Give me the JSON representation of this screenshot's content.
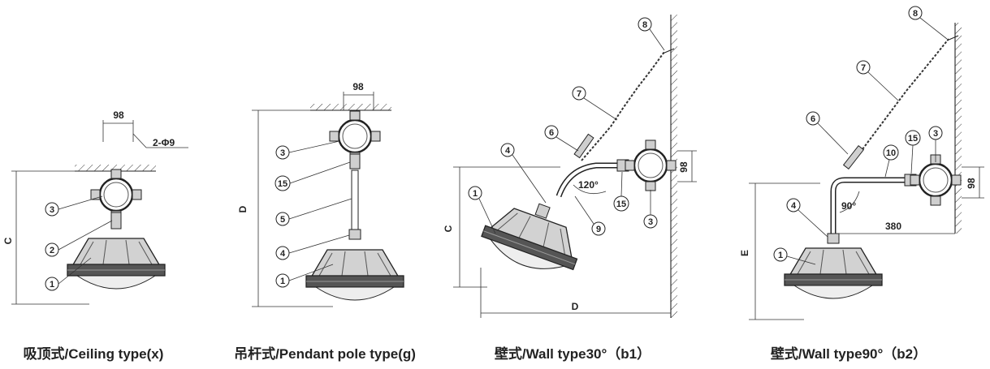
{
  "diagrams": [
    {
      "caption": "吸顶式/Ceiling type(x)",
      "dims": {
        "spacing": "98",
        "holes": "2-Φ9",
        "height": "C"
      },
      "callouts": [
        "3",
        "2",
        "1"
      ]
    },
    {
      "caption": "吊杆式/Pendant pole type(g)",
      "dims": {
        "spacing": "98",
        "height": "D"
      },
      "callouts": [
        "3",
        "15",
        "5",
        "4",
        "1"
      ]
    },
    {
      "caption": "壁式/Wall type30°（b1）",
      "dims": {
        "box": "98",
        "angle": "120°",
        "height": "C",
        "reach": "D"
      },
      "callouts": [
        "8",
        "7",
        "6",
        "4",
        "1",
        "9",
        "15",
        "3"
      ]
    },
    {
      "caption": "壁式/Wall type90°（b2）",
      "dims": {
        "box": "98",
        "angle": "90°",
        "arm": "380",
        "height": "E"
      },
      "callouts": [
        "8",
        "7",
        "6",
        "15",
        "3",
        "10",
        "4",
        "1"
      ]
    }
  ]
}
